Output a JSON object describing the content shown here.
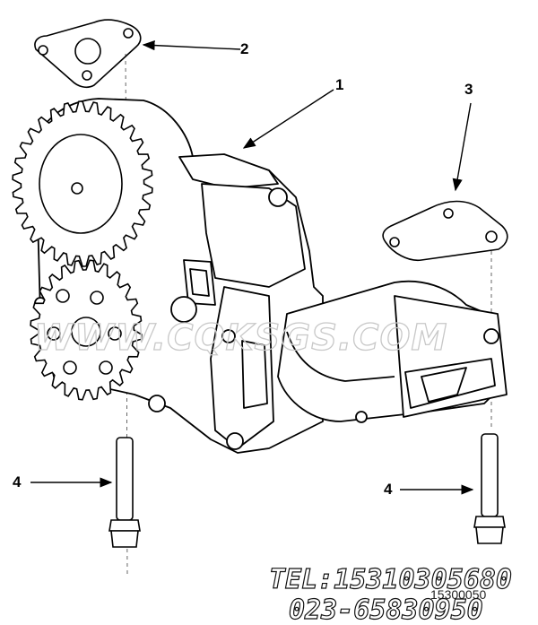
{
  "callouts": {
    "c1": "1",
    "c2": "2",
    "c3": "3",
    "c4_left": "4",
    "c4_right": "4"
  },
  "watermark": "WWW.CQKSGS.COM",
  "contact": {
    "tel": "TEL:15310305680",
    "phone2": "023-65830950"
  },
  "figure_id": "15300050",
  "icons": [
    "gear-icon",
    "bolt-icon",
    "gasket-icon"
  ]
}
